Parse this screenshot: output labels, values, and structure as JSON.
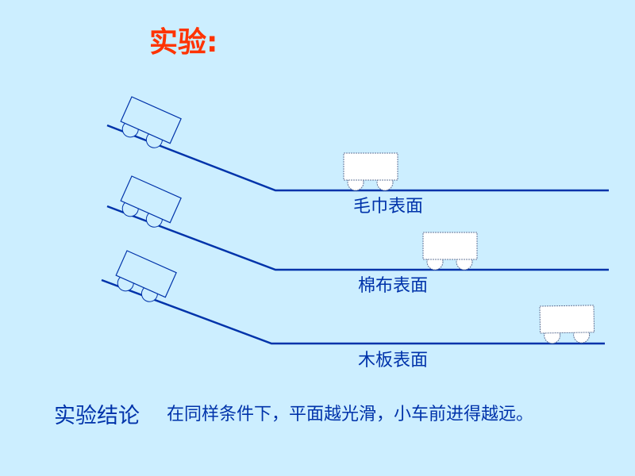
{
  "title": "实验:",
  "surfaces": [
    {
      "label": "毛巾表面"
    },
    {
      "label": "棉布表面"
    },
    {
      "label": "木板表面"
    }
  ],
  "conclusion": {
    "heading": "实验结论",
    "text": "在同样条件下，平面越光滑，小车前进得越远。"
  },
  "colors": {
    "background": "#cceeff",
    "title": "#ff3300",
    "line": "#0033aa"
  }
}
